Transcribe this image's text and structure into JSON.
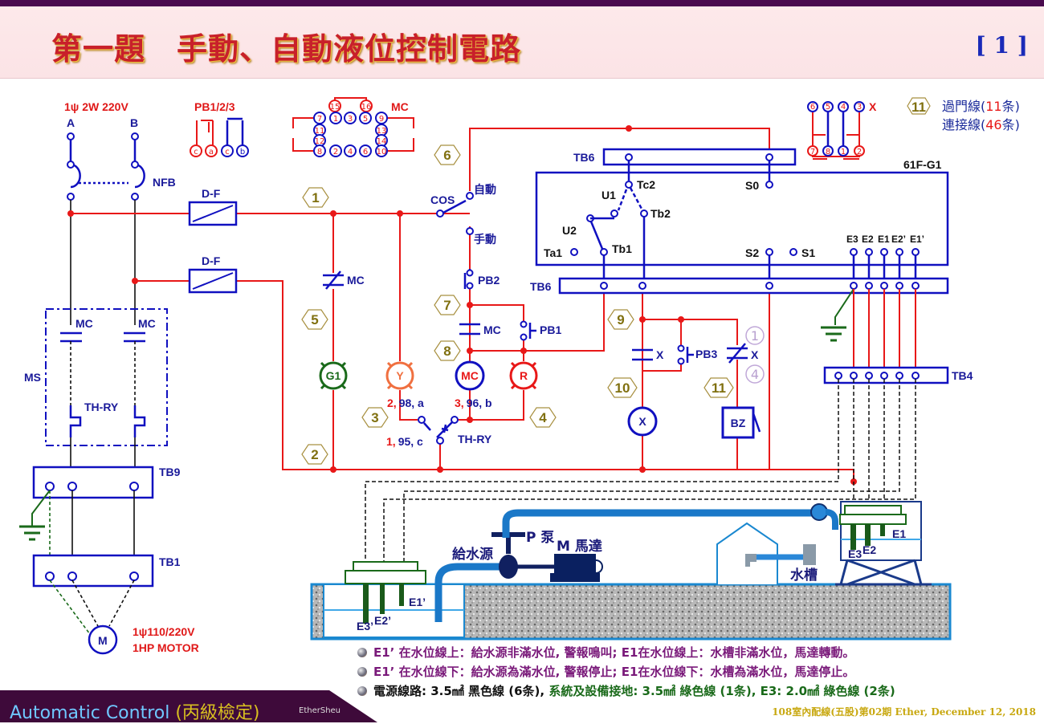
{
  "header": {
    "title": "第一題　手動、自動液位控制電路",
    "page": "[ 1 ]"
  },
  "power": {
    "supply": "1ψ 2W 220V",
    "line_a": "A",
    "line_b": "B",
    "nfb": "NFB",
    "df1": "D-F",
    "df2": "D-F",
    "ms": "MS",
    "mc1": "MC",
    "mc2": "MC",
    "thry": "TH-RY",
    "tb9": "TB9",
    "tb1": "TB1",
    "motor": "M",
    "motor_volt": "1ψ110/220V",
    "motor_hp": "1HP MOTOR"
  },
  "pinout": {
    "pb_title": "PB1/2/3",
    "pb_pins": [
      "c",
      "a",
      "c",
      "b"
    ],
    "mc_title": "MC",
    "mc_top": [
      "15",
      "16"
    ],
    "mc_row1": [
      "7",
      "1",
      "3",
      "5",
      "9"
    ],
    "mc_row2": [
      "11",
      "13"
    ],
    "mc_row3": [
      "12",
      "14"
    ],
    "mc_row4": [
      "8",
      "2",
      "4",
      "6",
      "10"
    ],
    "x_title": "X",
    "x_top": [
      "6",
      "5",
      "4",
      "3"
    ],
    "x_bottom": [
      "7",
      "8",
      "1",
      "2"
    ]
  },
  "legend": {
    "badge": "11",
    "line1_pre": "過門線(",
    "line1_num": "11",
    "line1_post": "条)",
    "line2_pre": "連接線(",
    "line2_num": "46",
    "line2_post": "条)"
  },
  "control": {
    "cos": "COS",
    "auto": "自動",
    "manual": "手動",
    "pb2": "PB2",
    "pb1": "PB1",
    "pb3": "PB3",
    "mc_contact_a": "MC",
    "mc_contact_b": "MC",
    "lamp_g1": "G1",
    "lamp_y": "Y",
    "lamp_mc": "MC",
    "lamp_r": "R",
    "lamp_x": "X",
    "buzzer": "BZ",
    "x_contact_a": "X",
    "x_contact_b": "X",
    "thry": "TH-RY",
    "thry_a_num": "2,",
    "thry_a": "98, a",
    "thry_b_num": "3,",
    "thry_b": "96, b",
    "thry_c_num": "1,",
    "thry_c": "95, c"
  },
  "wire_numbers": [
    "1",
    "2",
    "3",
    "4",
    "5",
    "6",
    "7",
    "8",
    "9",
    "10",
    "11"
  ],
  "circled_marks": [
    "1",
    "4"
  ],
  "relay": {
    "name": "61F-G1",
    "tb6": "TB6",
    "tb6b": "TB6",
    "tb4": "TB4",
    "tc2": "Tc2",
    "tb2": "Tb2",
    "u1": "U1",
    "u2": "U2",
    "ta1": "Ta1",
    "tb1": "Tb1",
    "s0": "S0",
    "s1": "S1",
    "s2": "S2",
    "electrodes": [
      "E3",
      "E2",
      "E1",
      "E2’",
      "E1’"
    ]
  },
  "plant": {
    "pump": "P 泵",
    "motor": "M 馬達",
    "source": "給水源",
    "tank": "水槽",
    "e1": "E1",
    "e2": "E2",
    "e3": "E3",
    "e1p": "E1’",
    "e2p": "E2’",
    "e3p": "E3’"
  },
  "notes": [
    "E1’ 在水位線上：給水源非滿水位, 警報鳴叫; E1在水位線上：水槽非滿水位，馬達轉動。",
    "E1’ 在水位線下：給水源為滿水位, 警報停止; E1在水位線下：水槽為滿水位，馬達停止。"
  ],
  "note3": {
    "black": "電源線路: 3.5㎟ 黑色線 (6条), ",
    "green": "系統及設備接地: 3.5㎟ 綠色線 (1条), E3: 2.0㎟ 綠色線 (2条)"
  },
  "footer": {
    "brand": "Automatic Control ",
    "brand_cn": "(丙級檢定)",
    "author": "EtherSheu",
    "right": "108室內配線(五股)第02期 Ether, December 12, 2018"
  },
  "colors": {
    "wire": "#e81818",
    "device": "#1010c0",
    "title": "#c8202a",
    "ground": "#1a6a1a"
  }
}
